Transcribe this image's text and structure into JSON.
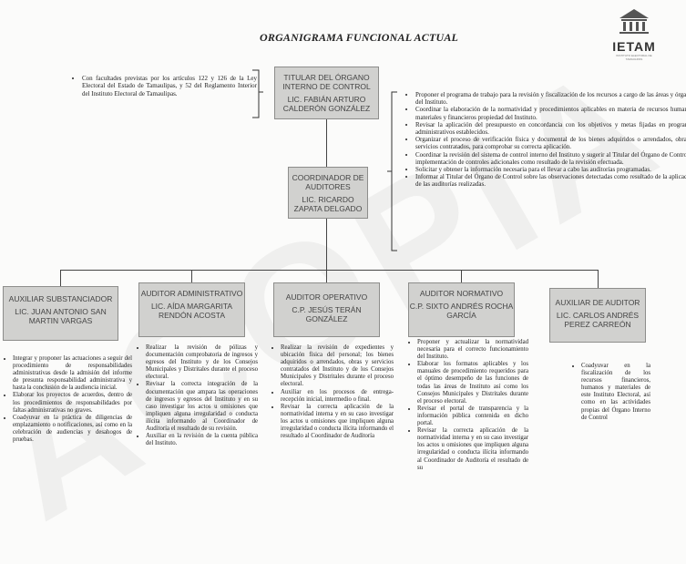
{
  "title": "ORGANIGRAMA FUNCIONAL ACTUAL",
  "logo": {
    "text": "IETAM",
    "tagline": "INSTITUTO ELECTORAL DE TAMAULIPAS",
    "watermark": "ACOPIA"
  },
  "titular": {
    "role": "TITULAR DEL ÓRGANO INTERNO DE CONTROL",
    "name": "LIC. FABIÁN ARTURO CALDERÓN GONZÁLEZ"
  },
  "legal_note": "Con facultades previstas por los artículos 122 y 126 de la Ley Electoral del Estado de Tamaulipas, y 52 del Reglamento Interior del Instituto Electoral de Tamaulipas.",
  "coordinador": {
    "role": "COORDINADOR DE AUDITORES",
    "name": "LIC. RICARDO ZAPATA DELGADO"
  },
  "coord_duties": [
    "Proponer el programa de trabajo para la revisión y fiscalización de los recursos a cargo de las áreas y órganos del Instituto.",
    "Coordinar la elaboración de la normatividad y procedimientos aplicables en materia de recursos humanos, materiales y financieros propiedad del Instituto.",
    "Revisar la aplicación del presupuesto en concordancia con los objetivos y metas fijadas en programas administrativos establecidos.",
    "Organizar el proceso de verificación física y documental de los bienes adquiridos o arrendados, obras y servicios contratados, para comprobar su correcta aplicación.",
    "Coordinar la revisión del sistema de control interno del Instituto y sugerir al Titular del Órgano de Control la implementación de controles adicionales como resultado de la revisión efectuada.",
    "Solicitar y obtener la información necesaria para el llevar a cabo las auditorías programadas.",
    "Informar al Titular del Órgano de Control sobre las observaciones detectadas como resultado de la aplicación de las auditorías realizadas."
  ],
  "units": [
    {
      "role": "AUXILIAR SUBSTANCIADOR",
      "name": "LIC. JUAN ANTONIO SAN MARTIN VARGAS",
      "duties": [
        "Integrar y proponer las actuaciones a seguir del procedimiento de responsabilidades administrativas desde la admisión del informe de presunta responsabilidad administrativa y hasta la conclusión de la audiencia inicial.",
        "Elaborar los proyectos de acuerdos, dentro de los procedimientos de responsabilidades por faltas administrativas no graves.",
        "Coadyuvar en la práctica de diligencias de emplazamiento o notificaciones, así como en la celebración de audiencias y desahogos de pruebas."
      ]
    },
    {
      "role": "AUDITOR ADMINISTRATIVO",
      "name": "LIC. AÍDA MARGARITA RENDÓN ACOSTA",
      "duties": [
        "Realizar la revisión de pólizas y documentación comprobatoria de ingresos y egresos del Instituto y de los Consejos Municipales y Distritales durante el proceso electoral.",
        "Revisar la correcta integración de la documentación que ampara las operaciones de ingresos y egresos del Instituto y en su caso investigar los actos u omisiones que impliquen alguna irregularidad o conducta ilícita informando al Coordinador de Auditoría el resultado de su revisión.",
        "Auxiliar en la revisión de la cuenta pública del Instituto."
      ]
    },
    {
      "role": "AUDITOR OPERATIVO",
      "name": "C.P. JESÚS TERÁN GONZÁLEZ",
      "duties": [
        "Realizar la revisión de expedientes y ubicación física del personal; los bienes adquiridos o arrendados, obras y servicios contratados del Instituto y de los Consejos Municipales y Distritales durante el proceso electoral.",
        "Auxiliar en los procesos de entrega-recepción inicial, intermedio o final.",
        "Revisar la correcta aplicación de la normatividad interna y en su caso investigar los actos u omisiones que impliquen alguna irregularidad o conducta ilícita informando el resultado al Coordinador de Auditoría"
      ]
    },
    {
      "role": "AUDITOR NORMATIVO",
      "name": "C.P. SIXTO ANDRÉS ROCHA GARCÍA",
      "duties": [
        "Proponer y actualizar la normatividad necesaria para el correcto funcionamiento del Instituto.",
        "Elaborar los formatos aplicables y los manuales de procedimiento requeridos para el óptimo desempeño de las funciones de todas las áreas de Instituto así como los Consejos Municipales y Distritales durante el proceso electoral.",
        "Revisar el portal de transparencia y la información pública contenida en dicho portal.",
        "Revisar la correcta aplicación de la normatividad interna y en su caso investigar los actos u omisiones que impliquen alguna irregularidad o conducta ilícita informando al Coordinador de Auditoría el resultado de su"
      ]
    },
    {
      "role": "AUXILIAR DE AUDITOR",
      "name": "LIC. CARLOS ANDRÉS PEREZ CARREÓN",
      "duties": [
        "Coadyuvar en la fiscalización de los recursos financieros, humanos y materiales de este Instituto Electoral, así como en las actividades propias del Órgano Interno de Control"
      ]
    }
  ]
}
